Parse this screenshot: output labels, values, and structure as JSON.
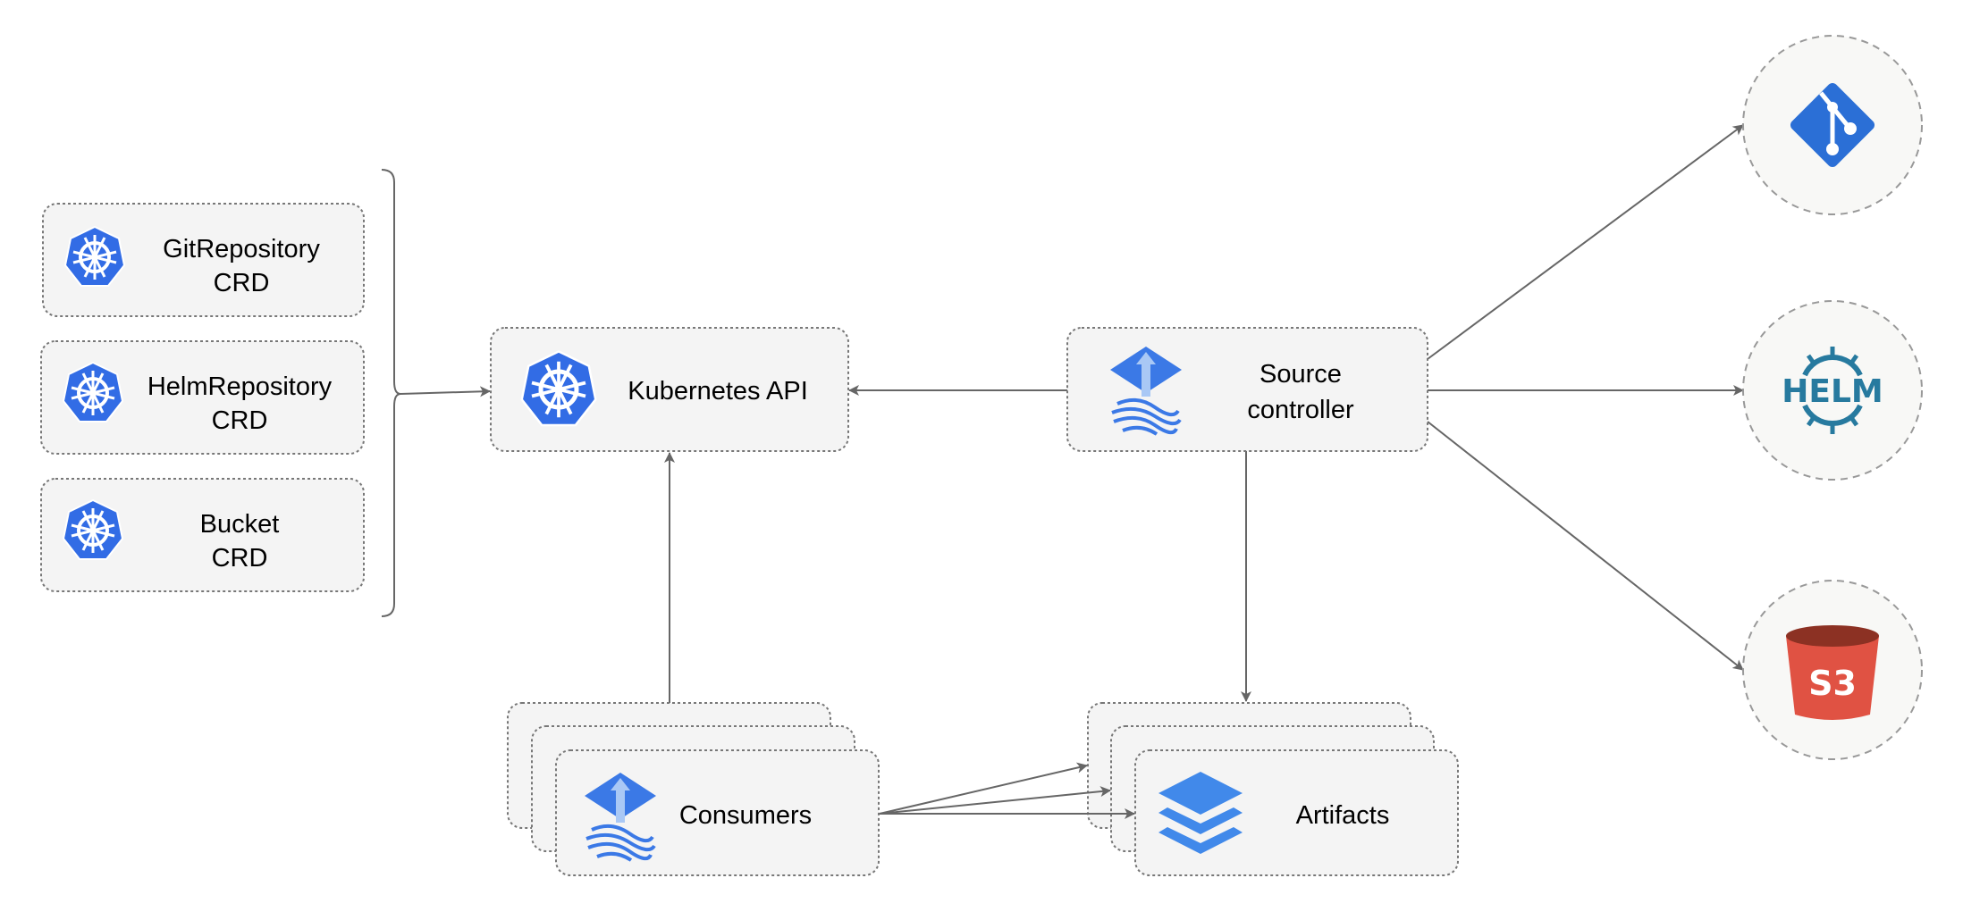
{
  "crds": [
    {
      "line1": "GitRepository",
      "line2": "CRD"
    },
    {
      "line1": "HelmRepository",
      "line2": "CRD"
    },
    {
      "line1": "Bucket",
      "line2": "CRD"
    }
  ],
  "kubernetes_api": {
    "label": "Kubernetes API",
    "icon": "kubernetes-icon"
  },
  "source_controller": {
    "line1": "Source",
    "line2": "controller",
    "icon": "flux-icon"
  },
  "consumers": {
    "label": "Consumers",
    "icon": "flux-icon"
  },
  "artifacts": {
    "label": "Artifacts",
    "icon": "layers-icon"
  },
  "sources": {
    "git": {
      "icon": "git-icon"
    },
    "helm": {
      "icon": "helm-icon",
      "logo_text": "HELM"
    },
    "s3": {
      "icon": "s3-bucket-icon",
      "logo_text": "S3"
    }
  },
  "colors": {
    "kubernetes": "#326ce5",
    "git": "#2b6fd6",
    "helm": "#277a9f",
    "s3": "#e05243",
    "flux": "#3b79e6"
  }
}
